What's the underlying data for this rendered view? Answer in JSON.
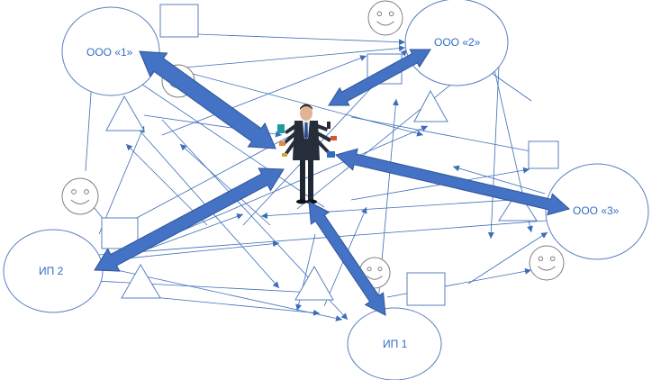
{
  "entities": [
    {
      "id": "ooo1",
      "label": "ООО «1»"
    },
    {
      "id": "ooo2",
      "label": "ООО «2»"
    },
    {
      "id": "ooo3",
      "label": "ООО «3»"
    },
    {
      "id": "ip1",
      "label": "ИП 1"
    },
    {
      "id": "ip2",
      "label": "ИП 2"
    }
  ],
  "colors": {
    "big_arrow_fill": "#4472c4",
    "big_arrow_stroke": "#2f5597",
    "thin_line": "#3b6db8",
    "outline": "#5a7fbf",
    "face": "#7f7f7f",
    "label": "#2e6fc2"
  },
  "center_figure": {
    "icon": "businessman-multitasking-icon"
  }
}
